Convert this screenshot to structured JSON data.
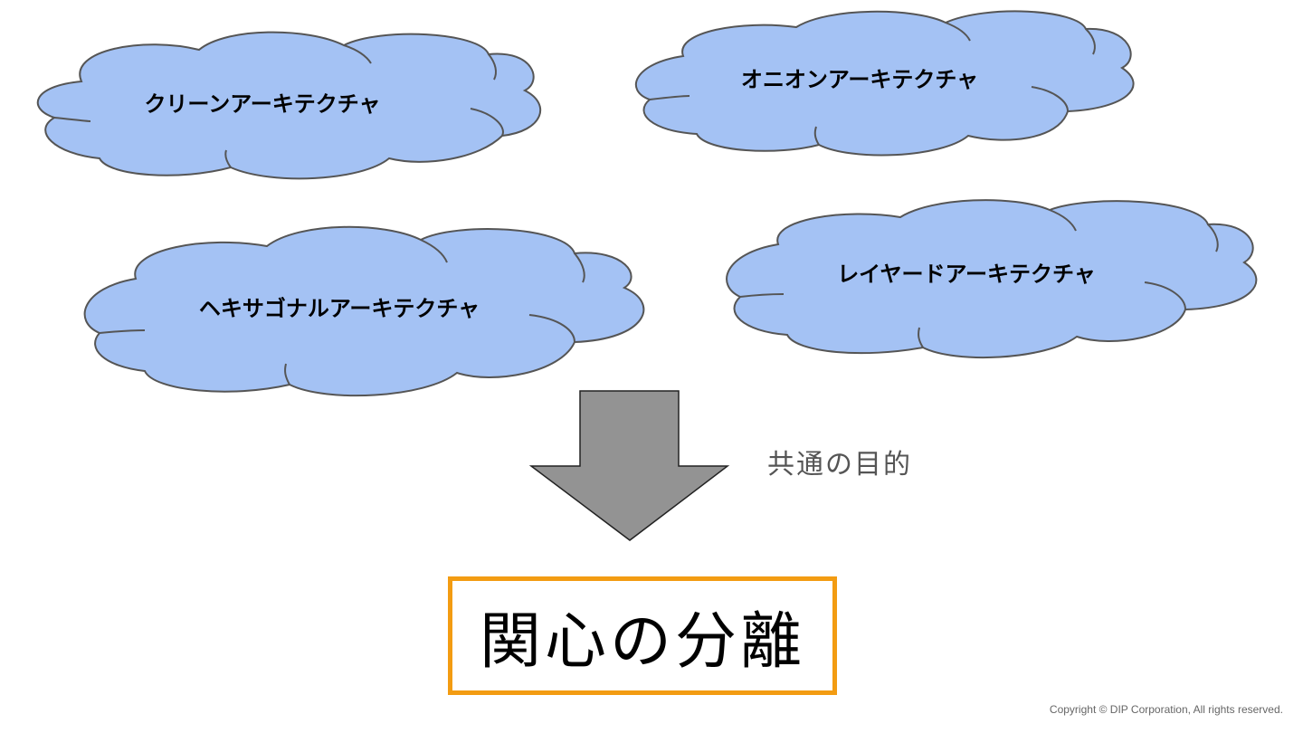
{
  "clouds": [
    {
      "id": "clean",
      "label": "クリーンアーキテクチャ"
    },
    {
      "id": "onion",
      "label": "オニオンアーキテクチャ"
    },
    {
      "id": "hexagonal",
      "label": "ヘキサゴナルアーキテクチャ"
    },
    {
      "id": "layered",
      "label": "レイヤードアーキテクチャ"
    }
  ],
  "arrow_caption": "共通の目的",
  "result": "関心の分離",
  "footer": {
    "copyright": "Copyright © DIP Corporation, All rights reserved."
  },
  "colors": {
    "cloud_fill": "#a4c2f4",
    "arrow_fill": "#939393",
    "result_border": "#f39c12"
  }
}
